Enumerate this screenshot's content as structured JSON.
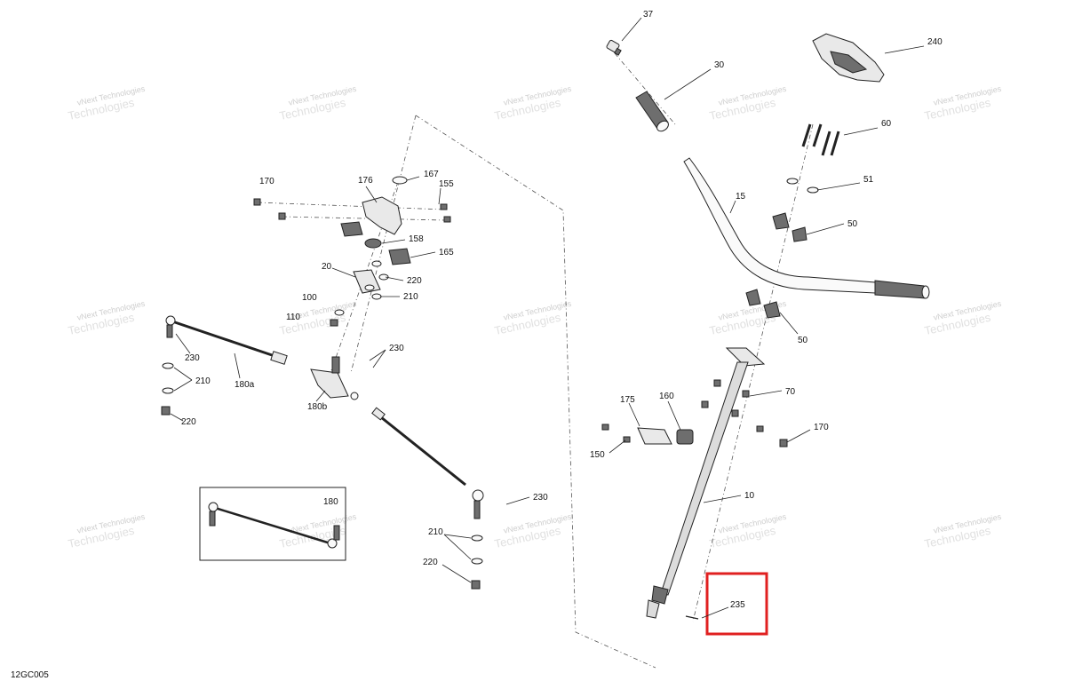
{
  "diagram": {
    "drawing_code": "12GC005",
    "highlighted_callout": "235",
    "watermark": "vNext Technologies",
    "callouts": [
      "37",
      "30",
      "240",
      "60",
      "51",
      "15",
      "50",
      "50",
      "70",
      "170",
      "175",
      "160",
      "150",
      "10",
      "235",
      "170",
      "167",
      "176",
      "155",
      "158",
      "165",
      "20",
      "220",
      "210",
      "100",
      "110",
      "230",
      "230",
      "180a",
      "210",
      "220",
      "180b",
      "230",
      "180",
      "210",
      "220"
    ]
  }
}
